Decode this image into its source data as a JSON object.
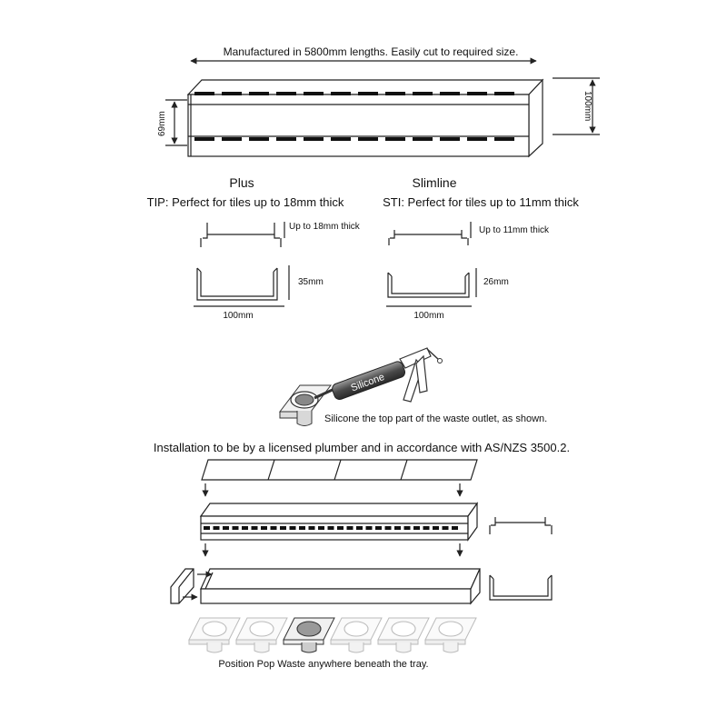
{
  "top": {
    "length_note": "Manufactured in 5800mm lengths. Easily cut to required size.",
    "height_label": "100mm",
    "inner_label": "69mm"
  },
  "plus": {
    "title": "Plus",
    "tip": "TIP: Perfect for tiles up to 18mm thick",
    "thickness_label": "Up to 18mm thick",
    "height_label": "35mm",
    "width_label": "100mm"
  },
  "slimline": {
    "title": "Slimline",
    "tip": "STI: Perfect for tiles up to 11mm thick",
    "thickness_label": "Up to 11mm thick",
    "height_label": "26mm",
    "width_label": "100mm"
  },
  "silicone": {
    "gun_label": "Silicone",
    "note": "Silicone the top part of the waste outlet, as shown."
  },
  "installation_note": "Installation to be by a licensed plumber and in accordance with AS/NZS 3500.2.",
  "waste_note": "Position Pop Waste anywhere beneath the tray."
}
